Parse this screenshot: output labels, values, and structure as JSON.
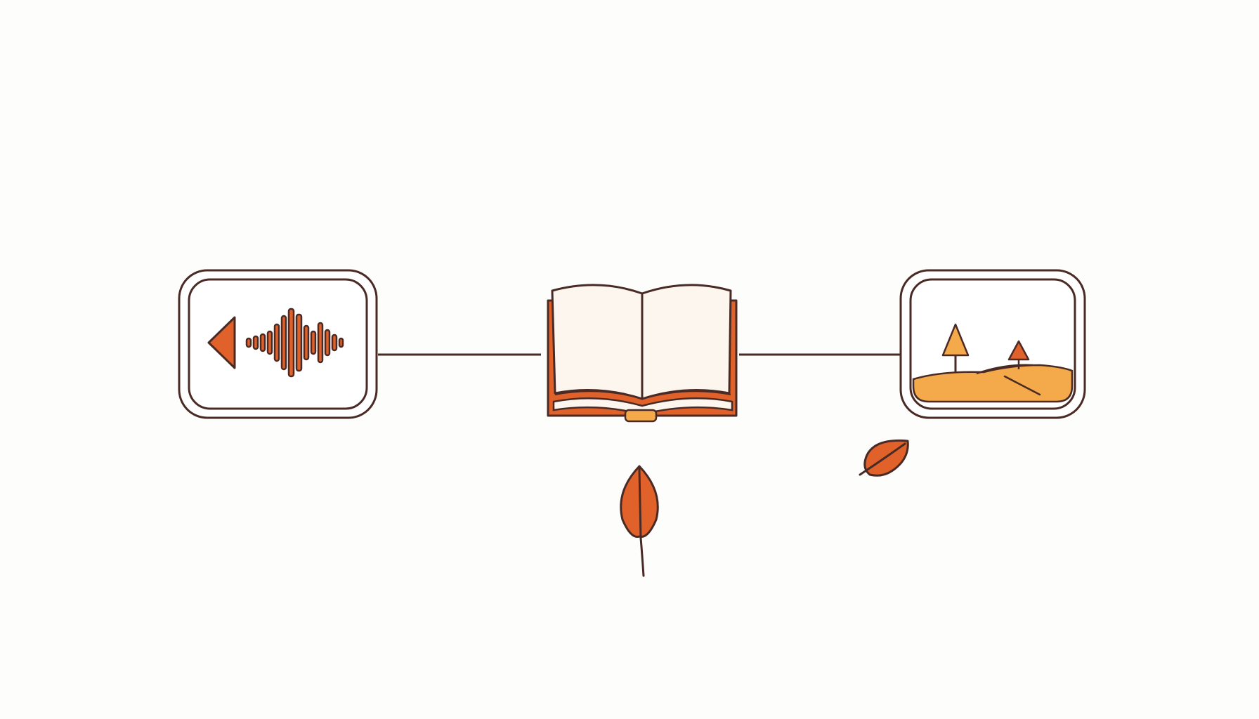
{
  "colors": {
    "background": "#fdfdfc",
    "outline": "#4a2a24",
    "accent": "#e0622a",
    "accent_light": "#f4a94a",
    "paper": "#fcf6ee"
  },
  "nodes": [
    {
      "id": "audio",
      "icon": "audio-waveform-icon"
    },
    {
      "id": "book",
      "icon": "open-book-icon"
    },
    {
      "id": "image",
      "icon": "landscape-image-icon"
    }
  ],
  "edges": [
    {
      "from": "audio",
      "to": "book"
    },
    {
      "from": "book",
      "to": "image"
    }
  ],
  "decorations": [
    {
      "icon": "leaf-icon"
    },
    {
      "icon": "leaf-icon"
    }
  ]
}
